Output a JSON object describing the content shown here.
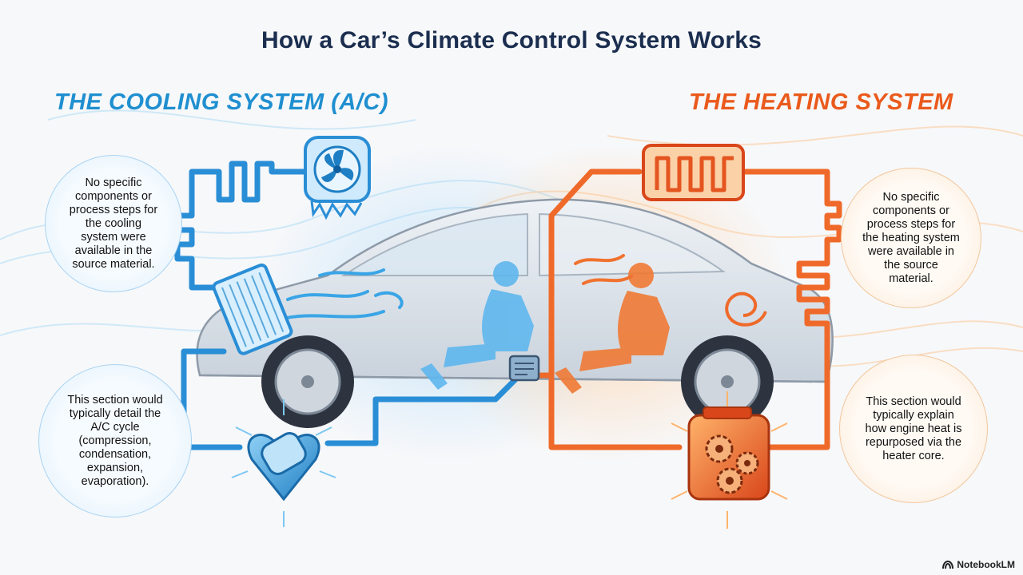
{
  "title": "How a Car’s Climate Control System Works",
  "cooling": {
    "heading": "THE COOLING SYSTEM (A/C)",
    "color": "#1f8fd0",
    "note_top": "No specific components or process steps for the cooling system were available in the source material.",
    "note_bottom": "This section would typically detail the A/C cycle (compression, condensation, expansion, evaporation)."
  },
  "heating": {
    "heading": "THE HEATING SYSTEM",
    "color": "#ea5a1c",
    "note_top": "No specific components or process steps for the heating system were available in the source material.",
    "note_bottom": "This section would typically explain how engine heat is repurposed via the heater core."
  },
  "icons": {
    "cooling": [
      "evaporator-fan-icon",
      "condenser-icon",
      "compressor-icon",
      "cool-pipe-coil-icon"
    ],
    "heating": [
      "heater-core-icon",
      "engine-gears-icon",
      "heat-swirl-icon",
      "hot-pipe-coil-icon"
    ],
    "center": "climate-control-panel-icon"
  },
  "watermark": {
    "label": "NotebookLM"
  }
}
